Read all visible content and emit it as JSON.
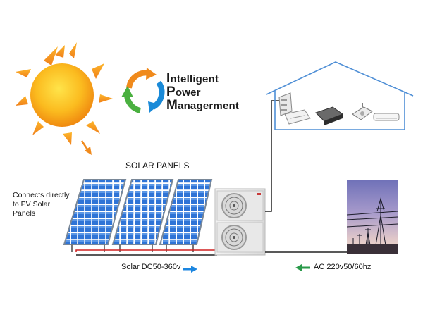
{
  "logo": {
    "line1_cap": "I",
    "line1_rest": "ntelligent",
    "line2_cap": "P",
    "line2_rest": "ower",
    "line3_cap": "M",
    "line3_rest": "anagerment"
  },
  "labels": {
    "solar_panels": "SOLAR PANELS",
    "connects_line1": "Connects directly",
    "connects_line2": "to PV Solar",
    "connects_line3": "Panels",
    "solar_input": "Solar DC50-360v",
    "ac_input": "AC 220v50/60hz"
  },
  "colors": {
    "sun_core": "#f7a51c",
    "panel_cell": "#2a6fd0",
    "house_outline": "#4f8fd6",
    "arrow_blue": "#1c86e0",
    "arrow_green": "#2a9a4a",
    "logo_orange": "#f08a1c",
    "logo_blue": "#1a8ad8",
    "logo_green": "#4ab040"
  },
  "icons": [
    "sun-icon",
    "logo-cycle-icon",
    "solar-panel-icon",
    "outdoor-unit-icon",
    "house-icon",
    "indoor-unit-icon",
    "power-tower-icon"
  ]
}
